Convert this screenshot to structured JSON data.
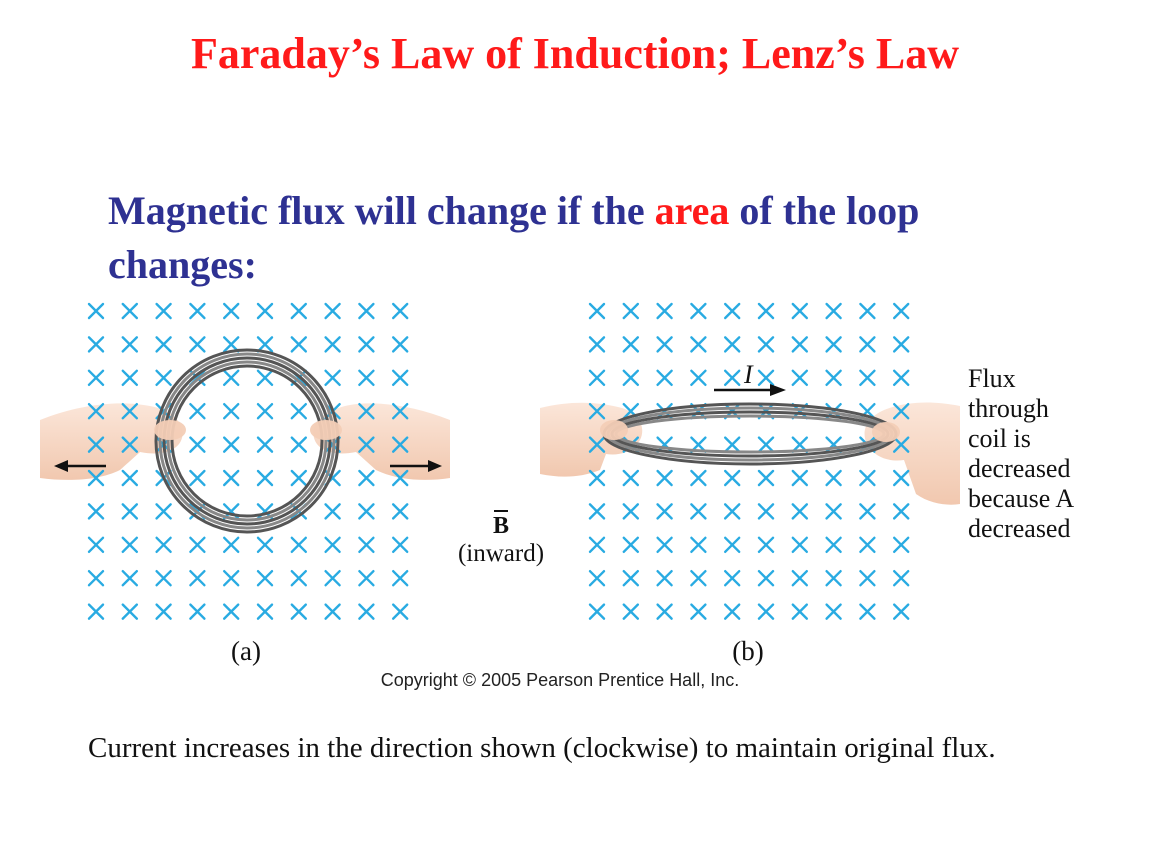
{
  "title": "Faraday’s Law of Induction; Lenz’s Law",
  "subtitle": {
    "before": "Magnetic flux will change if the ",
    "highlight": "area",
    "after": " of the loop changes:"
  },
  "figure": {
    "label_a": "(a)",
    "label_b": "(b)",
    "field_symbol": "B",
    "field_direction": "(inward)",
    "current_label": "I",
    "side_note_lines": [
      "Flux",
      "through",
      "coil is",
      "decreased",
      "because A",
      "decreased"
    ],
    "copyright": "Copyright © 2005 Pearson Prentice Hall, Inc."
  },
  "body_text": "Current increases in the direction shown (clockwise) to maintain original flux.",
  "colors": {
    "title": "#ff1a1a",
    "subtitle": "#2e3192",
    "field_marks": "#29abe2",
    "skin": "#f7d8c4"
  }
}
